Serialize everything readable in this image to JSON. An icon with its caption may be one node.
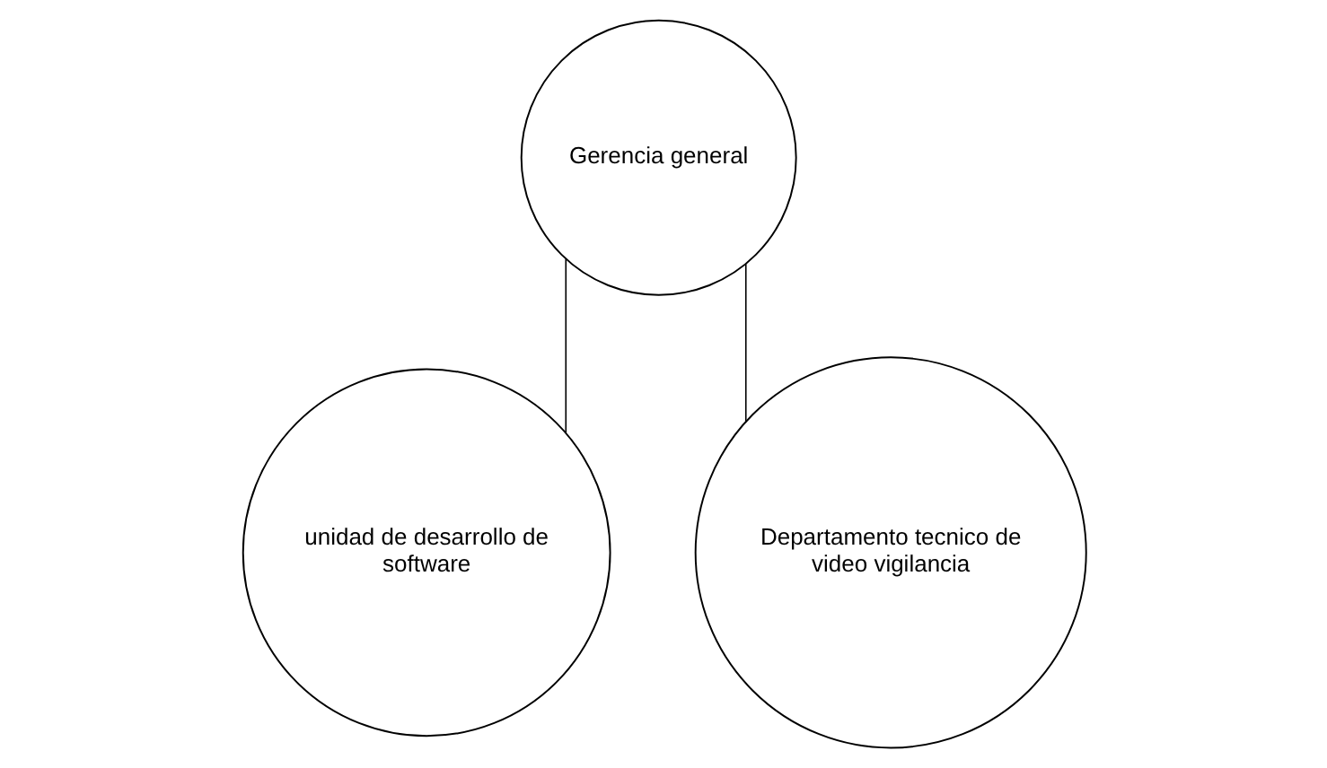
{
  "diagram": {
    "nodes": [
      {
        "text": [
          "Gerencia general"
        ]
      },
      {
        "text": [
          "unidad de desarrollo de software"
        ]
      },
      {
        "text": [
          "Departamento tecnico de video vigilancia"
        ]
      }
    ],
    "edges": [
      {
        "from": 0,
        "to": 1,
        "arrow": "none"
      },
      {
        "from": 0,
        "to": 2,
        "arrow": "none"
      }
    ]
  }
}
